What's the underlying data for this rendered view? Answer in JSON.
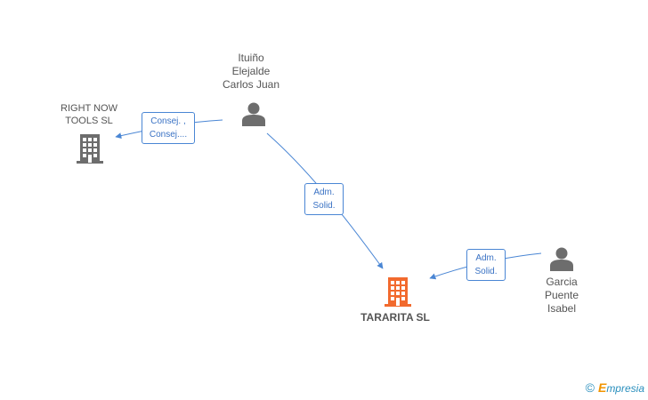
{
  "nodes": {
    "person_ituino": {
      "lines": [
        "Ituiño",
        "Elejalde",
        "Carlos Juan"
      ],
      "icon": "person-icon"
    },
    "company_right_now": {
      "lines": [
        "RIGHT NOW",
        "TOOLS SL"
      ],
      "icon": "building-icon"
    },
    "company_tararita": {
      "label": "TARARITA SL",
      "icon": "building-icon"
    },
    "person_garcia": {
      "lines": [
        "Garcia",
        "Puente",
        "Isabel"
      ],
      "icon": "person-icon"
    }
  },
  "edges": {
    "ituino_to_right_now": {
      "lines": [
        "Consej. ,",
        "Consej...."
      ]
    },
    "ituino_to_tararita": {
      "lines": [
        "Adm.",
        "Solid."
      ]
    },
    "garcia_to_tararita": {
      "lines": [
        "Adm.",
        "Solid."
      ]
    }
  },
  "brand": {
    "copyright": "©",
    "first_letter": "E",
    "rest": "mpresia"
  },
  "colors": {
    "edge": "#4a86d4",
    "icon_gray": "#6d6d6d",
    "focus_company": "#f26a2e",
    "text": "#555555"
  }
}
